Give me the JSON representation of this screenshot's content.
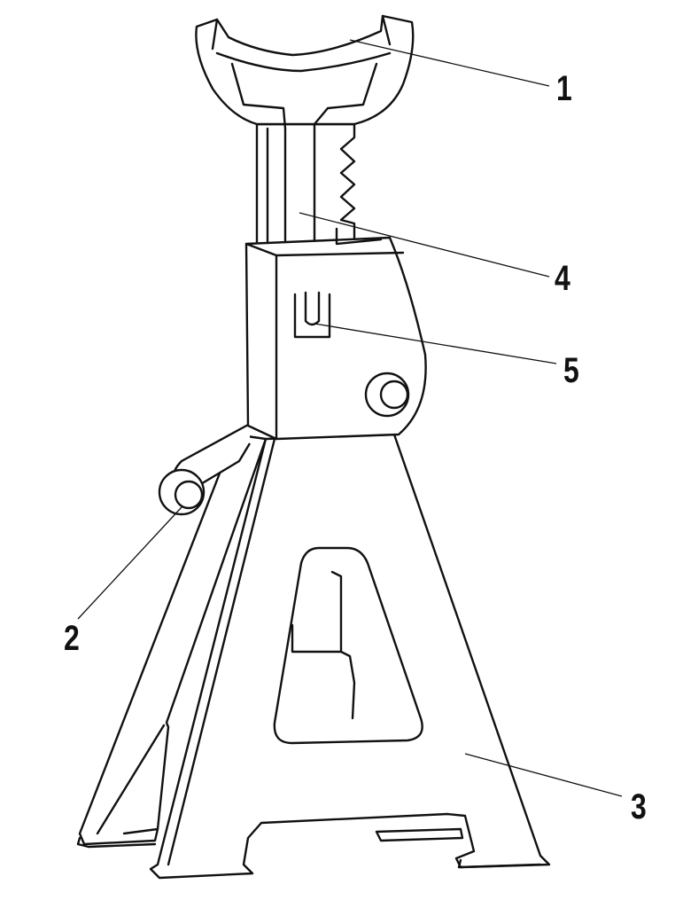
{
  "diagram": {
    "subject": "jack-stand",
    "callouts": [
      {
        "id": "1",
        "label": "1"
      },
      {
        "id": "2",
        "label": "2"
      },
      {
        "id": "3",
        "label": "3"
      },
      {
        "id": "4",
        "label": "4"
      },
      {
        "id": "5",
        "label": "5"
      }
    ]
  }
}
